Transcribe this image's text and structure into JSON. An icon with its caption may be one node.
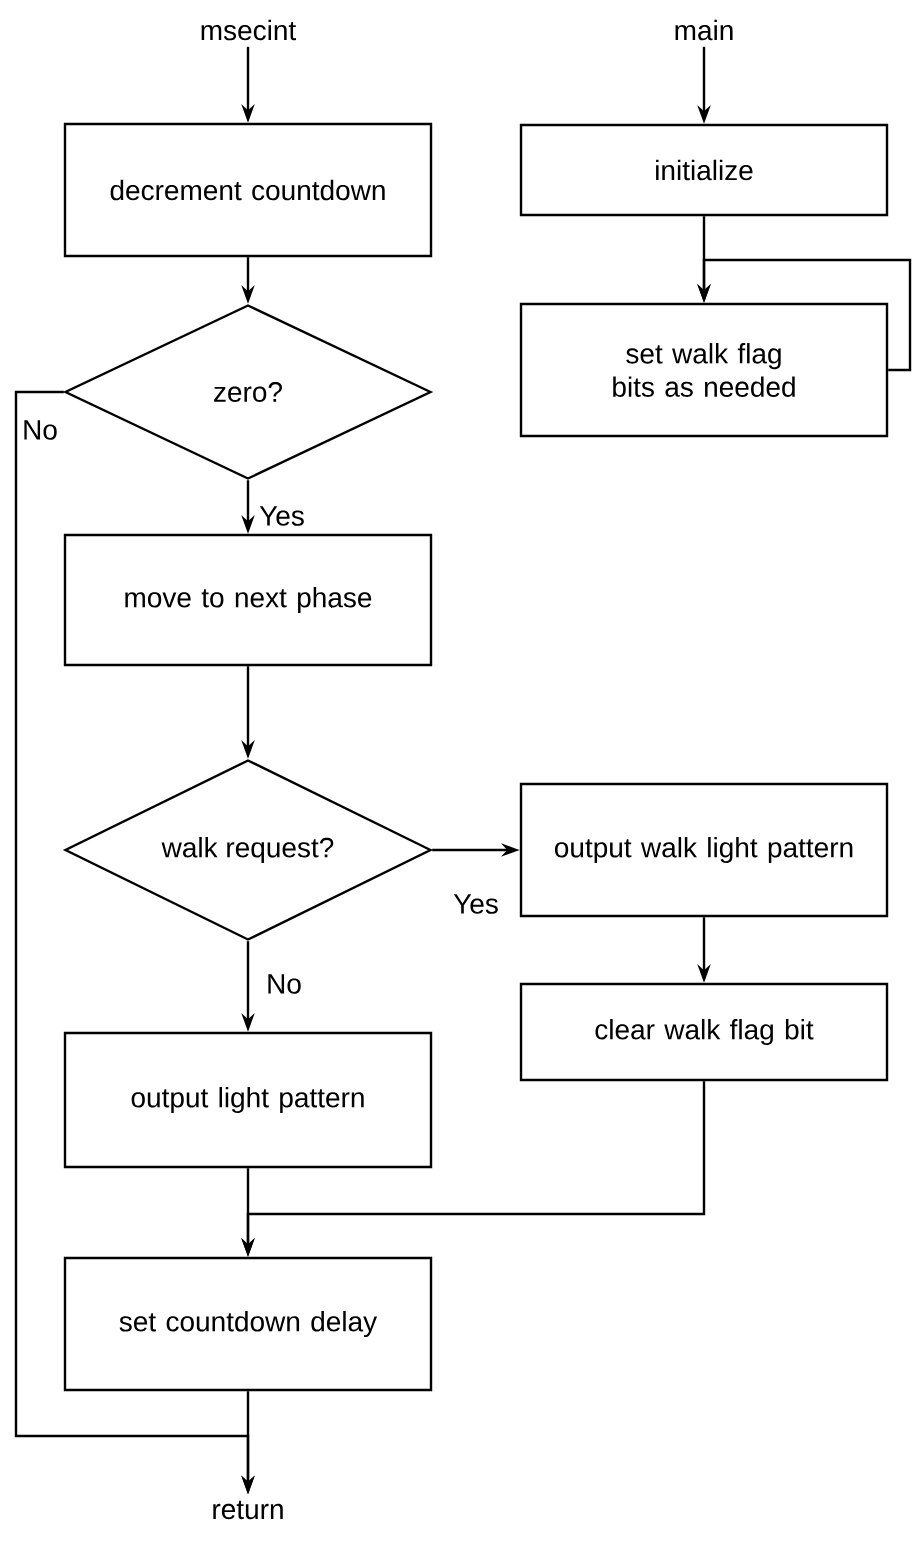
{
  "diagram": {
    "nodes": [
      {
        "text": [
          "msecint"
        ]
      },
      {
        "text": [
          "decrement countdown"
        ]
      },
      {
        "text": [
          "zero?"
        ]
      },
      {
        "text": [
          "move to next phase"
        ]
      },
      {
        "text": [
          "walk request?"
        ]
      },
      {
        "text": [
          "output light pattern"
        ]
      },
      {
        "text": [
          "set countdown delay"
        ]
      },
      {
        "text": [
          "return"
        ]
      },
      {
        "text": [
          "main"
        ]
      },
      {
        "text": [
          "initialize"
        ]
      },
      {
        "text": [
          "set walk flag bits as needed"
        ]
      },
      {
        "text": [
          "output walk light pattern"
        ]
      },
      {
        "text": [
          "clear walk flag bit"
        ]
      }
    ],
    "edges": [
      {
        "from": 0,
        "to": 1,
        "arrow": "to"
      },
      {
        "from": 1,
        "to": 2,
        "arrow": "to"
      },
      {
        "from": 2,
        "to": 3,
        "arrow": "to",
        "label": "Yes"
      },
      {
        "from": 2,
        "to": 7,
        "arrow": "to",
        "label": "No"
      },
      {
        "from": 3,
        "to": 4,
        "arrow": "to"
      },
      {
        "from": 4,
        "to": 11,
        "arrow": "to",
        "label": "Yes"
      },
      {
        "from": 4,
        "to": 5,
        "arrow": "to",
        "label": "No"
      },
      {
        "from": 5,
        "to": 6,
        "arrow": "to"
      },
      {
        "from": 11,
        "to": 12,
        "arrow": "to"
      },
      {
        "from": 12,
        "to": 6,
        "arrow": "to"
      },
      {
        "from": 6,
        "to": 7,
        "arrow": "to"
      },
      {
        "from": 8,
        "to": 9,
        "arrow": "to"
      },
      {
        "from": 9,
        "to": 10,
        "arrow": "to"
      },
      {
        "from": 10,
        "to": 10,
        "arrow": "to"
      }
    ]
  }
}
